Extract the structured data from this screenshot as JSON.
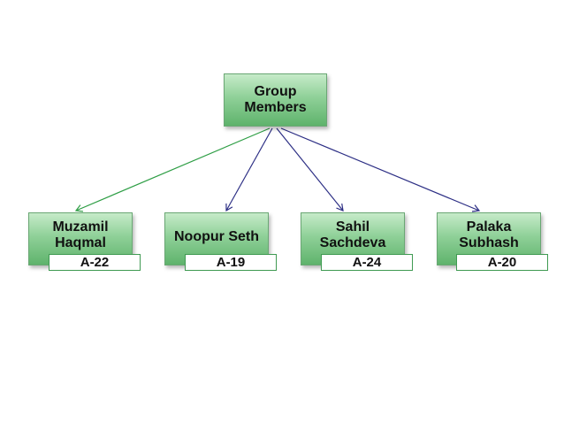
{
  "root": {
    "line1": "Group",
    "line2": "Members"
  },
  "members": [
    {
      "name_line1": "Muzamil",
      "name_line2": "Haqmal",
      "roll": "A-22"
    },
    {
      "name_line1": "Noopur Seth",
      "name_line2": "",
      "roll": "A-19"
    },
    {
      "name_line1": "Sahil",
      "name_line2": "Sachdeva",
      "roll": "A-24"
    },
    {
      "name_line1": "Palaka",
      "name_line2": "Subhash",
      "roll": "A-20"
    }
  ],
  "colors": {
    "box_fill_top": "#c6ebc9",
    "box_fill_bottom": "#5fb36c",
    "box_border": "#6aa774",
    "link_green": "#2e9e45",
    "link_navy": "#2d2f85",
    "roll_border": "#3f9a52"
  }
}
